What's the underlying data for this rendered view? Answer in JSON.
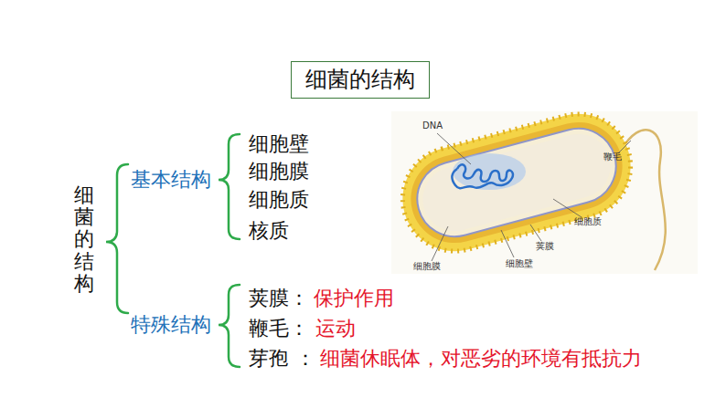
{
  "diagram": {
    "nodes": [
      {
        "text": [
          "细菌的结构"
        ]
      }
    ],
    "labels": [
      "细菌的结构",
      "基本结构",
      "细胞壁",
      "细胞膜",
      "细胞质",
      "核质",
      "特殊结构",
      "荚膜：",
      "保护作用",
      "鞭毛：",
      "运动",
      "芽孢 ：",
      "细菌休眠体，对恶劣的环境有抵抗力",
      "DNA",
      "鞭毛",
      "细胞质",
      "荚膜",
      "细胞膜",
      "细胞壁"
    ]
  }
}
